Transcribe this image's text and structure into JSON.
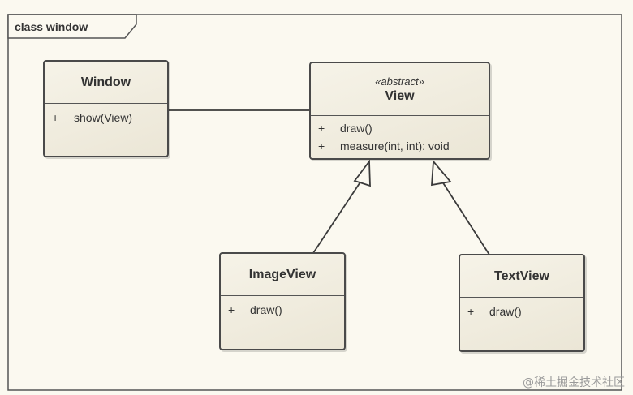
{
  "frame": {
    "label": "class window"
  },
  "classes": {
    "window": {
      "name": "Window",
      "operations": [
        {
          "visibility": "+",
          "signature": "show(View)"
        }
      ]
    },
    "view": {
      "stereotype": "«abstract»",
      "name": "View",
      "operations": [
        {
          "visibility": "+",
          "signature": "draw()"
        },
        {
          "visibility": "+",
          "signature": "measure(int, int): void"
        }
      ]
    },
    "image_view": {
      "name": "ImageView",
      "operations": [
        {
          "visibility": "+",
          "signature": "draw()"
        }
      ]
    },
    "text_view": {
      "name": "TextView",
      "operations": [
        {
          "visibility": "+",
          "signature": "draw()"
        }
      ]
    }
  },
  "relationships": [
    {
      "type": "association",
      "from": "Window",
      "to": "View"
    },
    {
      "type": "generalization",
      "from": "ImageView",
      "to": "View"
    },
    {
      "type": "generalization",
      "from": "TextView",
      "to": "View"
    }
  ],
  "watermark": "@稀土掘金技术社区",
  "colors": {
    "background": "#fbf9f0",
    "box_fill": "#efebdd",
    "line": "#3a3a3a",
    "watermark": "#9a9a9a"
  }
}
